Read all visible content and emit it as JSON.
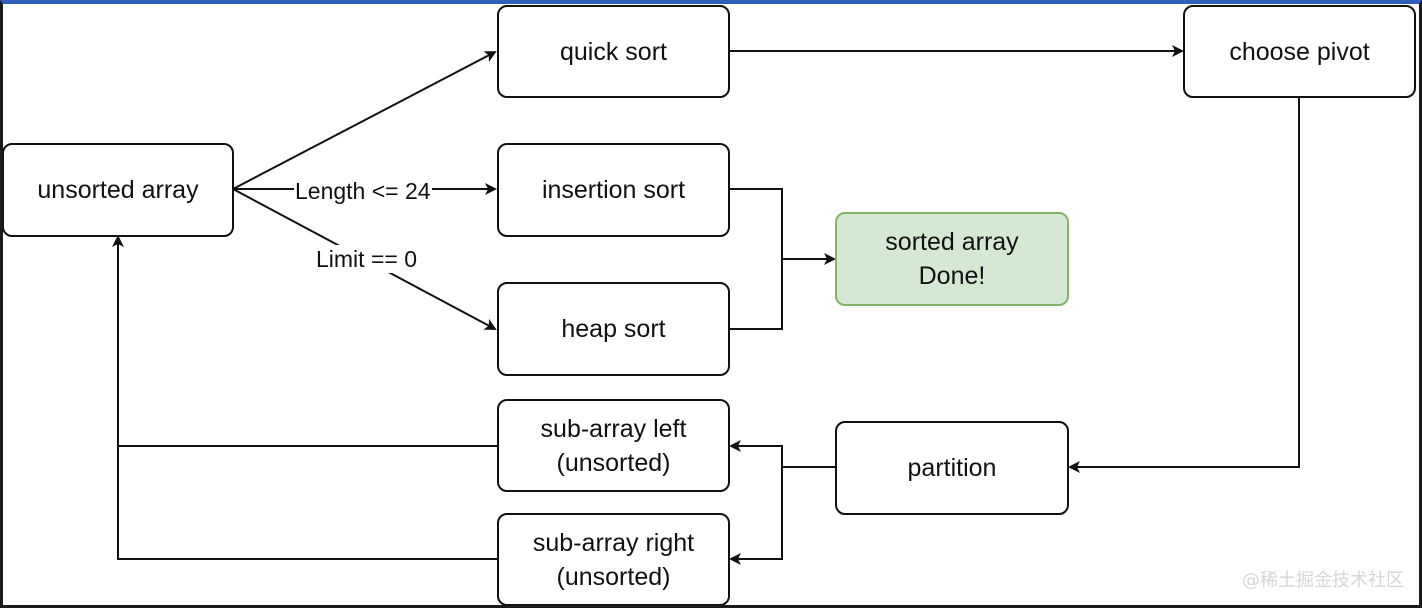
{
  "nodes": {
    "unsorted_array": "unsorted array",
    "quick_sort": "quick sort",
    "insertion_sort": "insertion sort",
    "heap_sort": "heap sort",
    "choose_pivot": "choose pivot",
    "sorted_array": "sorted array\nDone!",
    "partition": "partition",
    "sub_array_left": "sub-array left\n(unsorted)",
    "sub_array_right": "sub-array right\n(unsorted)"
  },
  "edge_labels": {
    "length_condition": "Length <= 24",
    "limit_condition": "Limit == 0"
  },
  "watermark": "@稀土掘金技术社区",
  "colors": {
    "done_fill": "#d5e8d4",
    "done_border": "#82b366",
    "frame_top": "#2f5fb8"
  }
}
